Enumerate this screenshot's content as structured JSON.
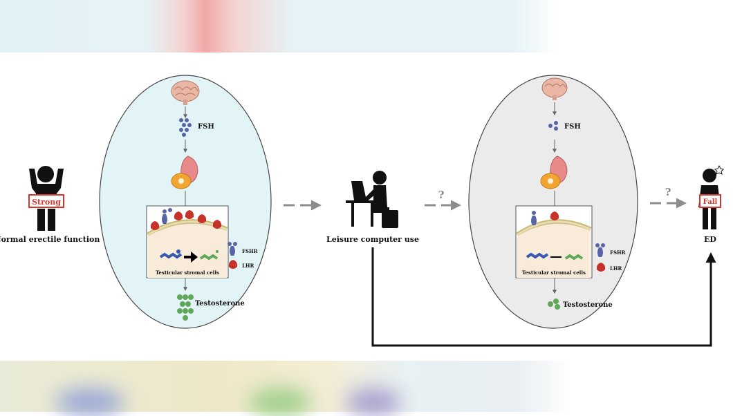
{
  "left_figure": {
    "label": "Normal erectile function",
    "badge": "Strong"
  },
  "middle_figure": {
    "label": "Leisure computer use"
  },
  "right_figure": {
    "label": "ED",
    "badge": "Fall"
  },
  "left_panel": {
    "hormone": "FSH",
    "cell_label": "Testicular stromal cells",
    "receptor_1": "FSHR",
    "receptor_2": "LHR",
    "output": "Testosterone"
  },
  "right_panel": {
    "hormone": "FSH",
    "cell_label": "Testicular stromal cells",
    "receptor_1": "FSHR",
    "receptor_2": "LHR",
    "output": "Testosterone"
  },
  "arrows": {
    "q1": "?",
    "q2": "?"
  },
  "colors": {
    "left_ellipse": "#e3f4f7",
    "right_ellipse": "#ebebeb",
    "badge_red": "#d9342b",
    "arrow_gray": "#8c8c8c",
    "fsh": "#5864a8",
    "testosterone": "#5fa85a",
    "lhr": "#c6322a"
  }
}
